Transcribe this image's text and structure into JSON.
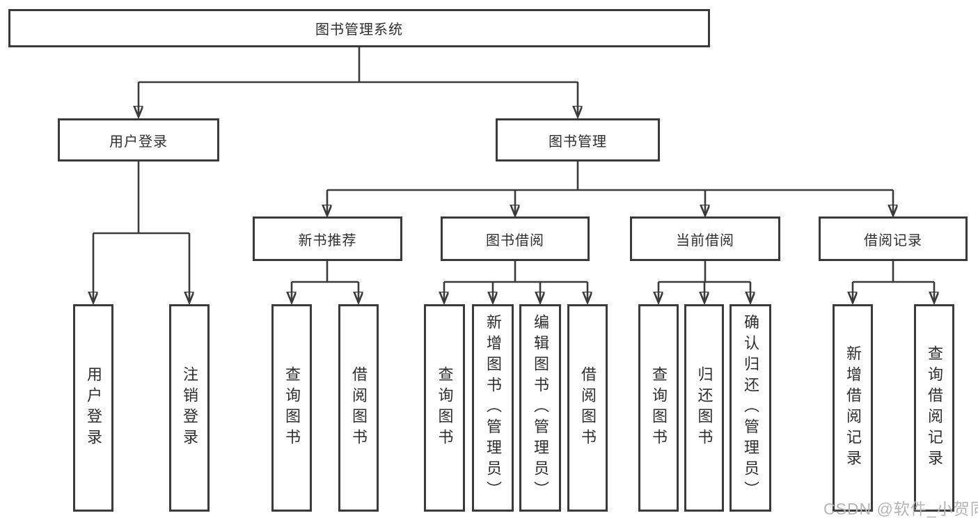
{
  "diagram": {
    "root": {
      "label": "图书管理系统"
    },
    "level2": [
      {
        "label": "用户登录",
        "children": [
          "用户登录",
          "注销登录"
        ]
      },
      {
        "label": "图书管理",
        "groups": [
          {
            "label": "新书推荐",
            "children": [
              "查询图书",
              "借阅图书"
            ]
          },
          {
            "label": "图书借阅",
            "children": [
              "查询图书",
              "新增图书（管理员）",
              "编辑图书（管理员）",
              "借阅图书"
            ]
          },
          {
            "label": "当前借阅",
            "children": [
              "查询图书",
              "归还图书",
              "确认归还（管理员）"
            ]
          },
          {
            "label": "借阅记录",
            "children": [
              "新增借阅记录",
              "查询借阅记录"
            ]
          }
        ]
      }
    ]
  },
  "watermark": {
    "text": "CSDN @软件_小贺同学"
  },
  "colors": {
    "line": "#3a3a3a",
    "text": "#2e2e2e",
    "background": "#ffffff",
    "watermark": "#b4b4b4"
  }
}
